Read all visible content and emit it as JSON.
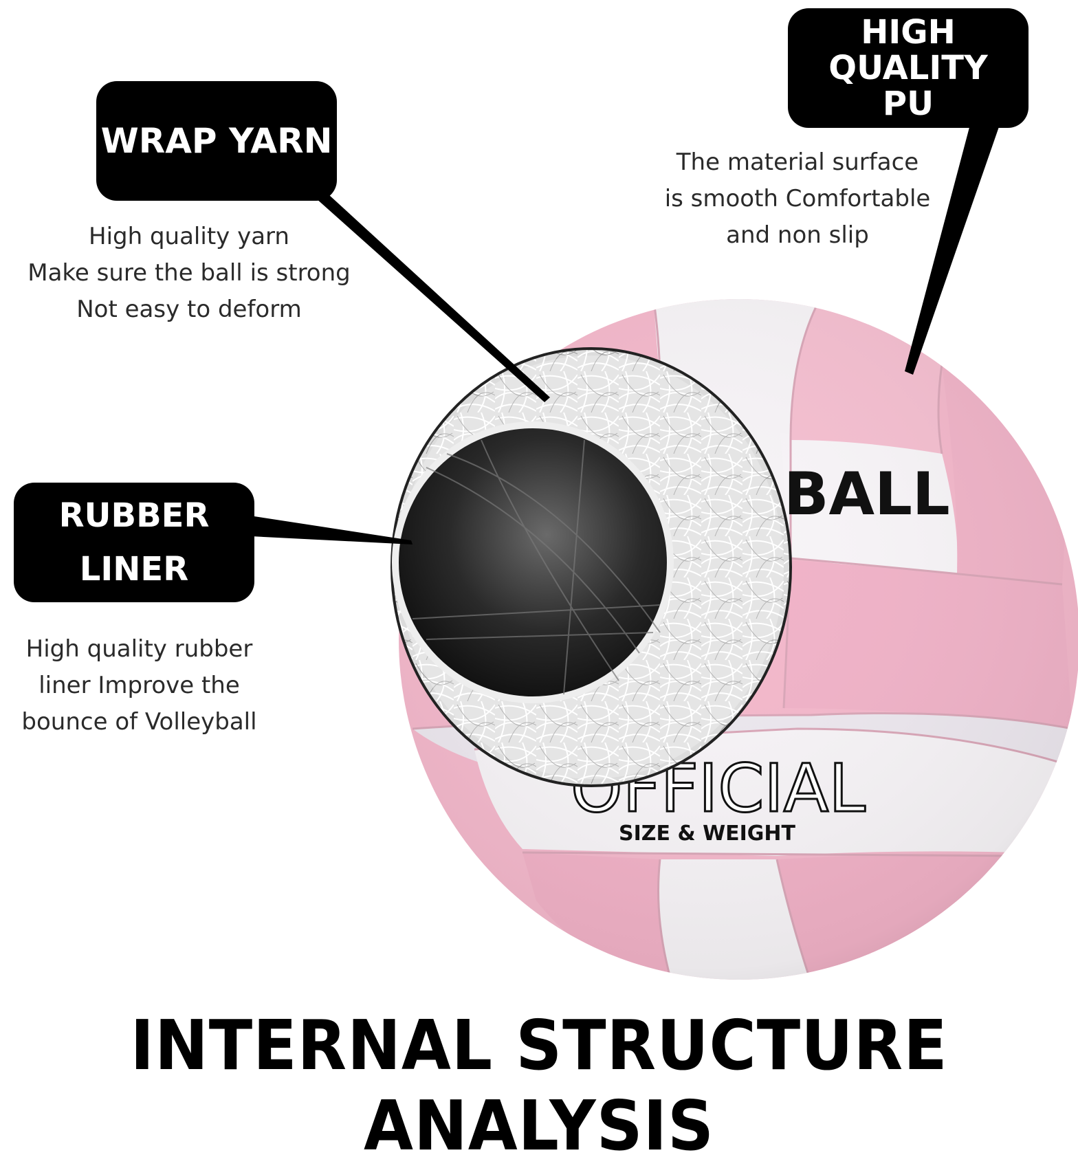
{
  "labels": {
    "wrap_yarn": {
      "title": "WRAP YARN",
      "description": "High quality yarn\nMake sure the ball is strong\nNot easy to deform"
    },
    "high_quality_pu": {
      "title": "HIGH\nQUALITY\nPU",
      "description": "The material surface\nis smooth Comfortable\nand non slip"
    },
    "rubber_liner": {
      "title": "RUBBER\nLINER",
      "description": "High quality rubber\nliner Improve the\nbounce of Volleyball"
    }
  },
  "ball_print": {
    "brand_partial": "BALL",
    "official": "OFFICIAL",
    "size_weight": "SIZE & WEIGHT"
  },
  "footer": {
    "title": "INTERNAL STRUCTURE ANALYSIS"
  },
  "colors": {
    "pink": "#f2b9cc",
    "white_panel": "#f6f3f6",
    "label_bg": "#000000",
    "label_text": "#ffffff"
  }
}
